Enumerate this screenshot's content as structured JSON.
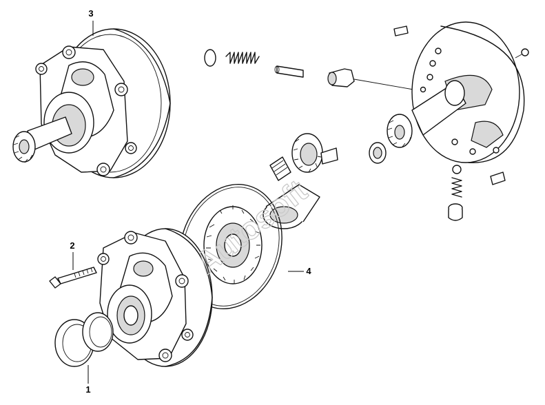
{
  "callouts": [
    {
      "id": "1",
      "label": "1"
    },
    {
      "id": "2",
      "label": "2"
    },
    {
      "id": "3",
      "label": "3"
    },
    {
      "id": "4",
      "label": "4"
    }
  ],
  "watermark": "Autosoft",
  "colors": {
    "line": "#111111",
    "shade": "#d9d9d9",
    "background": "#ffffff"
  }
}
